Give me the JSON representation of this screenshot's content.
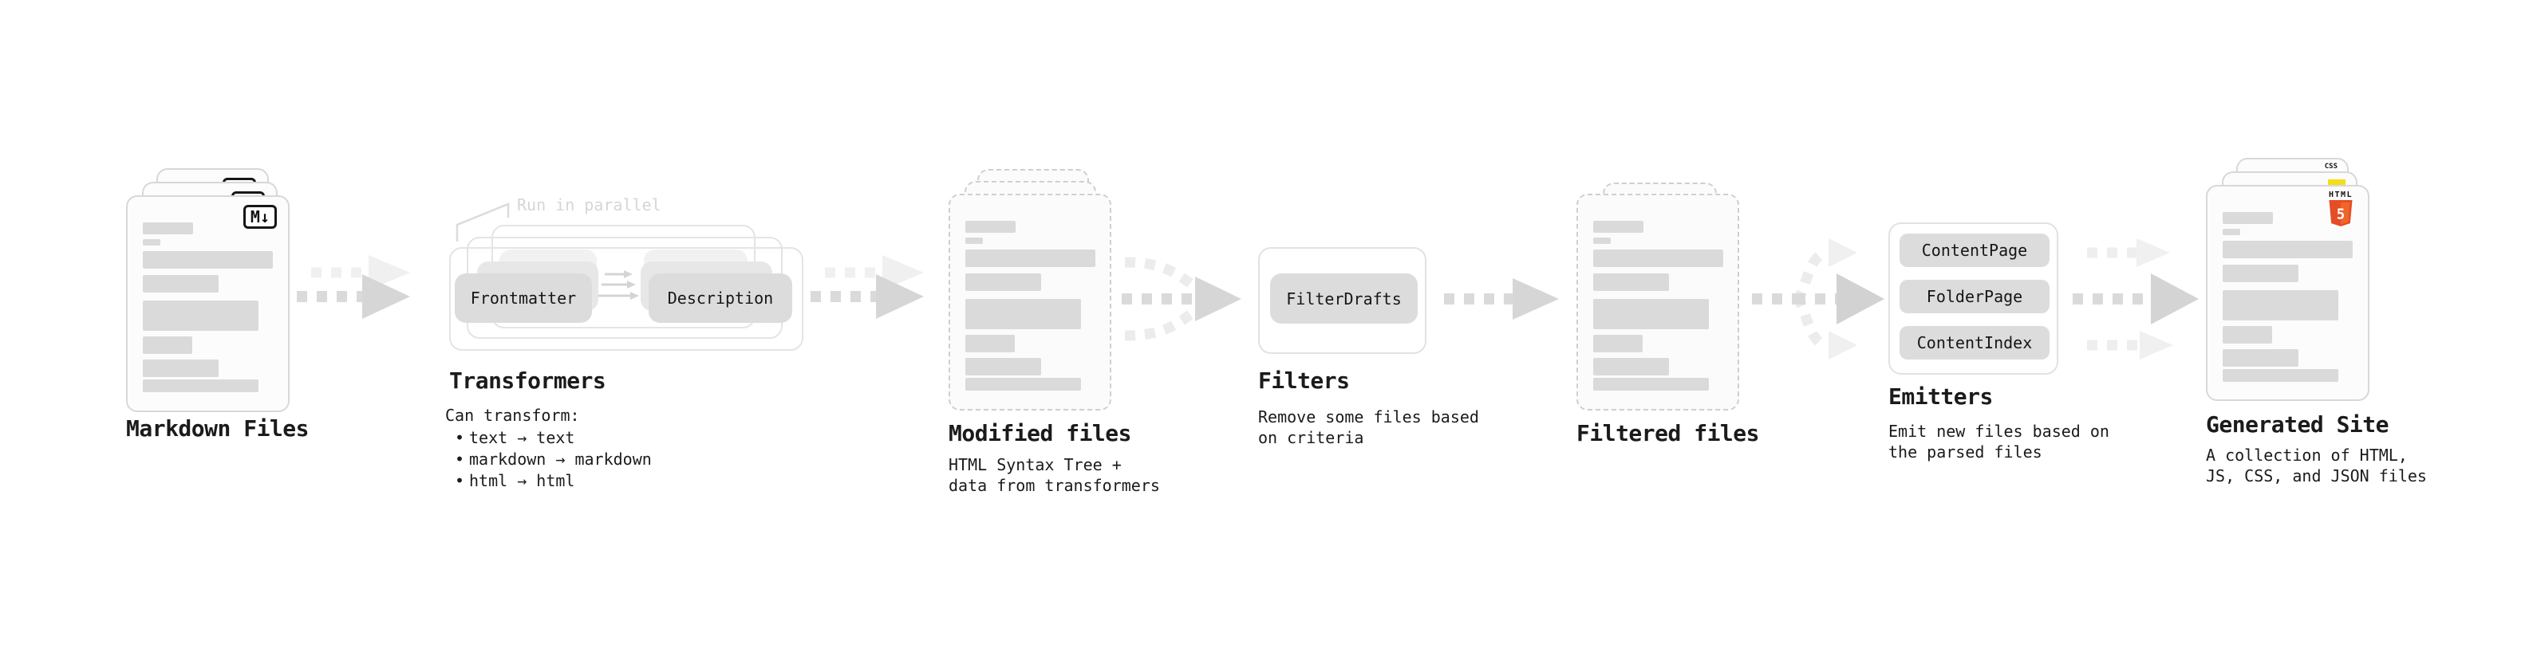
{
  "diagram": {
    "stages": {
      "markdown": {
        "title": "Markdown Files"
      },
      "transformers": {
        "title": "Transformers",
        "annotation": "Run in parallel",
        "box_a": "Frontmatter",
        "box_b": "Description",
        "description": "Can transform:",
        "bullets": [
          "text → text",
          "markdown → markdown",
          "html → html"
        ]
      },
      "modified": {
        "title": "Modified files",
        "description": "HTML Syntax Tree +\ndata from transformers"
      },
      "filters": {
        "title": "Filters",
        "box": "FilterDrafts",
        "description": "Remove some files based\non criteria"
      },
      "filtered": {
        "title": "Filtered files"
      },
      "emitters": {
        "title": "Emitters",
        "boxes": [
          "ContentPage",
          "FolderPage",
          "ContentIndex"
        ],
        "description": "Emit new files based on\nthe parsed files"
      },
      "generated": {
        "title": "Generated Site",
        "description": "A collection of HTML,\nJS, CSS, and JSON files"
      }
    },
    "badges": {
      "markdown": "M↓",
      "html_label": "HTML",
      "html_number": "5",
      "css_label": "CSS"
    },
    "colors": {
      "html5_orange": "#e44d26",
      "html5_orange_light": "#f16529",
      "js_yellow": "#f5de19",
      "css_blue": "#2965f1"
    }
  }
}
